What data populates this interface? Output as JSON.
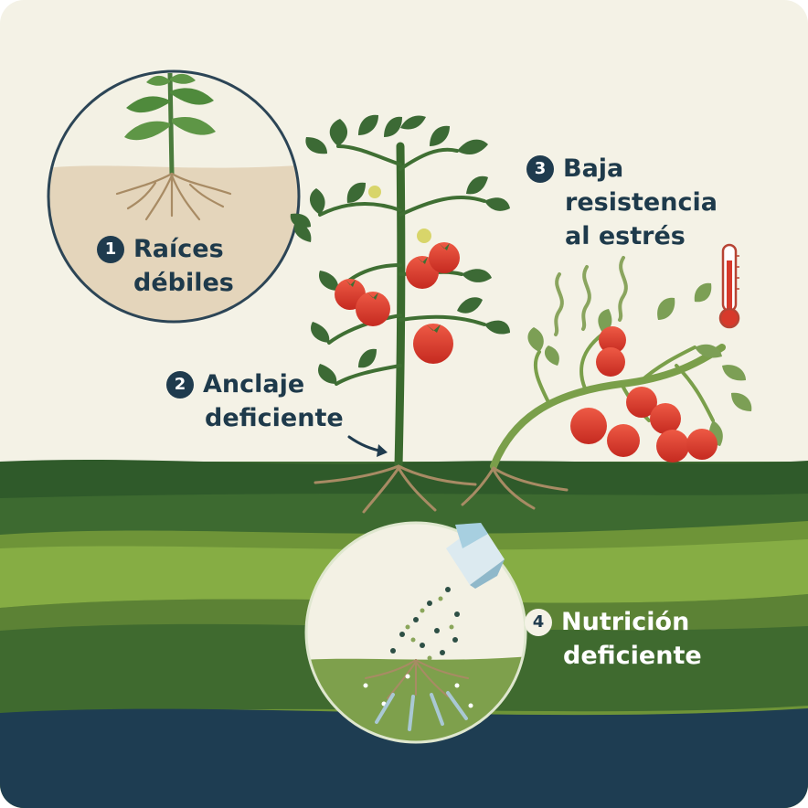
{
  "labels": [
    {
      "number": "1",
      "line1": "Raíces",
      "line2": "débiles"
    },
    {
      "number": "2",
      "line1": "Anclaje",
      "line2": "deficiente"
    },
    {
      "number": "3",
      "line1": "Baja",
      "line2": "resistencia",
      "line3": "al estrés"
    },
    {
      "number": "4",
      "line1": "Nutrición",
      "line2": "deficiente"
    }
  ],
  "icons": {
    "weak_roots": "circle-inset-seedling-roots-icon",
    "healthy_plant": "tomato-plant-icon",
    "wilting_plant": "wilting-tomato-plant-icon",
    "heat": "thermometer-icon",
    "heat_waves": "heat-wave-icon",
    "anchor_arrow": "arrow-icon",
    "nutrients": "fertilizer-bag-icon"
  },
  "colors": {
    "background": "#f4f2e6",
    "text": "#1e3a4b",
    "badge": "#1f3b4e",
    "leaf": "#3c6a35",
    "tomato": "#d7392b",
    "soil_top": "#3d6a30",
    "soil_mid": "#7ea63f",
    "water": "#1e3d52",
    "root": "#a88b64"
  }
}
